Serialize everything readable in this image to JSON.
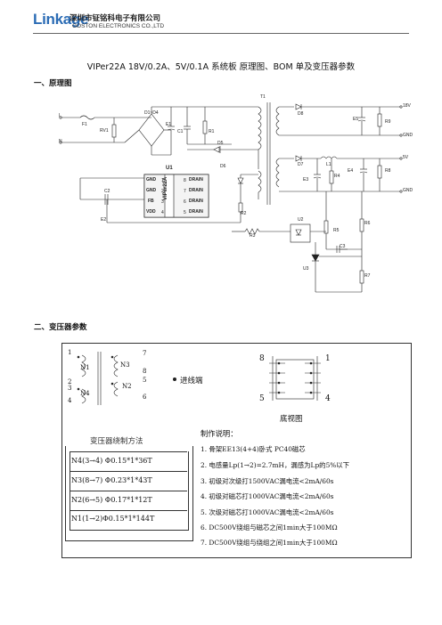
{
  "header": {
    "logo": "Linkage",
    "company_cn": "深圳市钲铭科电子有限公司",
    "company_en": "GOSTON ELECTRONICS CO.,LTD"
  },
  "doc_title": "VIPer22A    18V/0.2A、5V/0.1A 系统板  原理图、BOM 单及变压器参数",
  "sections": {
    "schematic": "一、原理图",
    "transformer": "二、变压器参数"
  },
  "schematic": {
    "labels": {
      "L": "L",
      "N": "N",
      "F1": "F1",
      "RV1": "RV1",
      "D1D4": "D1~D4",
      "E1": "E1",
      "C1": "C1",
      "R1": "R1",
      "D5": "D5",
      "D6": "D6",
      "U1": "U1",
      "chip": "VIPer22A",
      "T1": "T1",
      "D8": "D8",
      "D7": "D7",
      "L1": "L1",
      "E5": "E5",
      "R9": "R9",
      "E3": "E3",
      "R4": "R4",
      "E4": "E4",
      "R8": "R8",
      "C2": "C2",
      "E2": "E2",
      "R2": "R2",
      "R3": "R3",
      "U2": "U2",
      "R5": "R5",
      "C3": "C3",
      "R6": "R6",
      "U3": "U3",
      "R7": "R7",
      "out18": "18V",
      "gnd1": "GND",
      "out5": "5V",
      "gnd2": "GND"
    },
    "pins": [
      {
        "num": "1",
        "name": "GND"
      },
      {
        "num": "2",
        "name": "GND"
      },
      {
        "num": "3",
        "name": "FB"
      },
      {
        "num": "4",
        "name": "VDD"
      },
      {
        "num": "8",
        "name": "DRAIN"
      },
      {
        "num": "7",
        "name": "DRAIN"
      },
      {
        "num": "6",
        "name": "DRAIN"
      },
      {
        "num": "5",
        "name": "DRAIN"
      }
    ]
  },
  "transformer": {
    "winding_pins": [
      "1",
      "2",
      "3",
      "4",
      "7",
      "8",
      "5",
      "6"
    ],
    "winding_names": [
      "N1",
      "N4",
      "N3",
      "N2"
    ],
    "legend": "进线端",
    "bottom_pins": {
      "top_left": "8",
      "top_right": "1",
      "bottom_left": "5",
      "bottom_right": "4"
    },
    "bottom_caption": "底视图",
    "method_title": "变压器绕制方法",
    "method_rows": [
      "N4(3→4)  Φ0.15*1*36T",
      "N3(8→7)  Φ0.23*1*43T",
      "N2(6→5)  Φ0.17*1*12T",
      "N1(1→2)Φ0.15*1*144T"
    ],
    "notes_title": "制作说明：",
    "notes": [
      "1. 骨架EE13(4+4)卧式  PC40磁芯",
      "2. 电感量Lp(1→2)=2.7mH，漏感为Lp的5%以下",
      "3. 初级对次级打1500VAC漏电流<2mA/60s",
      "4. 初级对磁芯打1000VAC漏电流<2mA/60s",
      "5. 次级对磁芯打1000VAC漏电流<2mA/60s",
      "6. DC500V绕组与磁芯之间1min大于100MΩ",
      "7. DC500V绕组与绕组之间1min大于100MΩ"
    ]
  }
}
